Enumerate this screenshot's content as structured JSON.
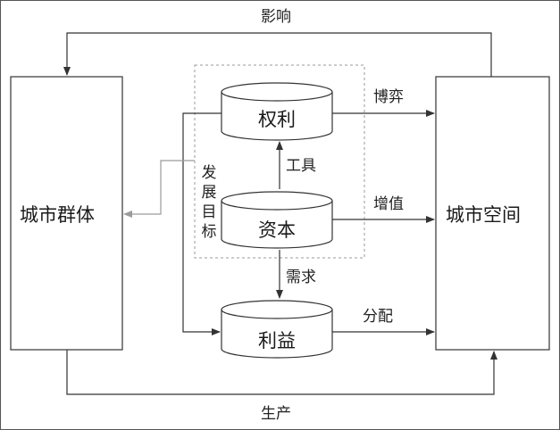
{
  "nodes": {
    "city_group": "城市群体",
    "city_space": "城市空间",
    "power": "权利",
    "capital": "资本",
    "interest": "利益",
    "development_goal": "发展目标"
  },
  "edges": {
    "influence": "影响",
    "production": "生产",
    "game": "博弈",
    "value_added": "增值",
    "distribution": "分配",
    "tool": "工具",
    "demand": "需求"
  }
}
